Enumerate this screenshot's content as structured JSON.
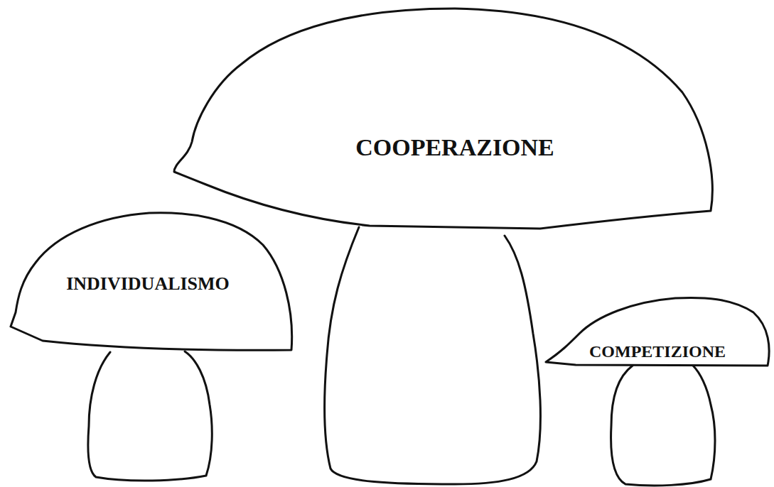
{
  "diagram": {
    "nodes": [
      {
        "text": [
          "COOPERAZIONE"
        ]
      },
      {
        "text": [
          "INDIVIDUALISMO"
        ]
      },
      {
        "text": [
          "COMPETIZIONE"
        ]
      }
    ]
  }
}
